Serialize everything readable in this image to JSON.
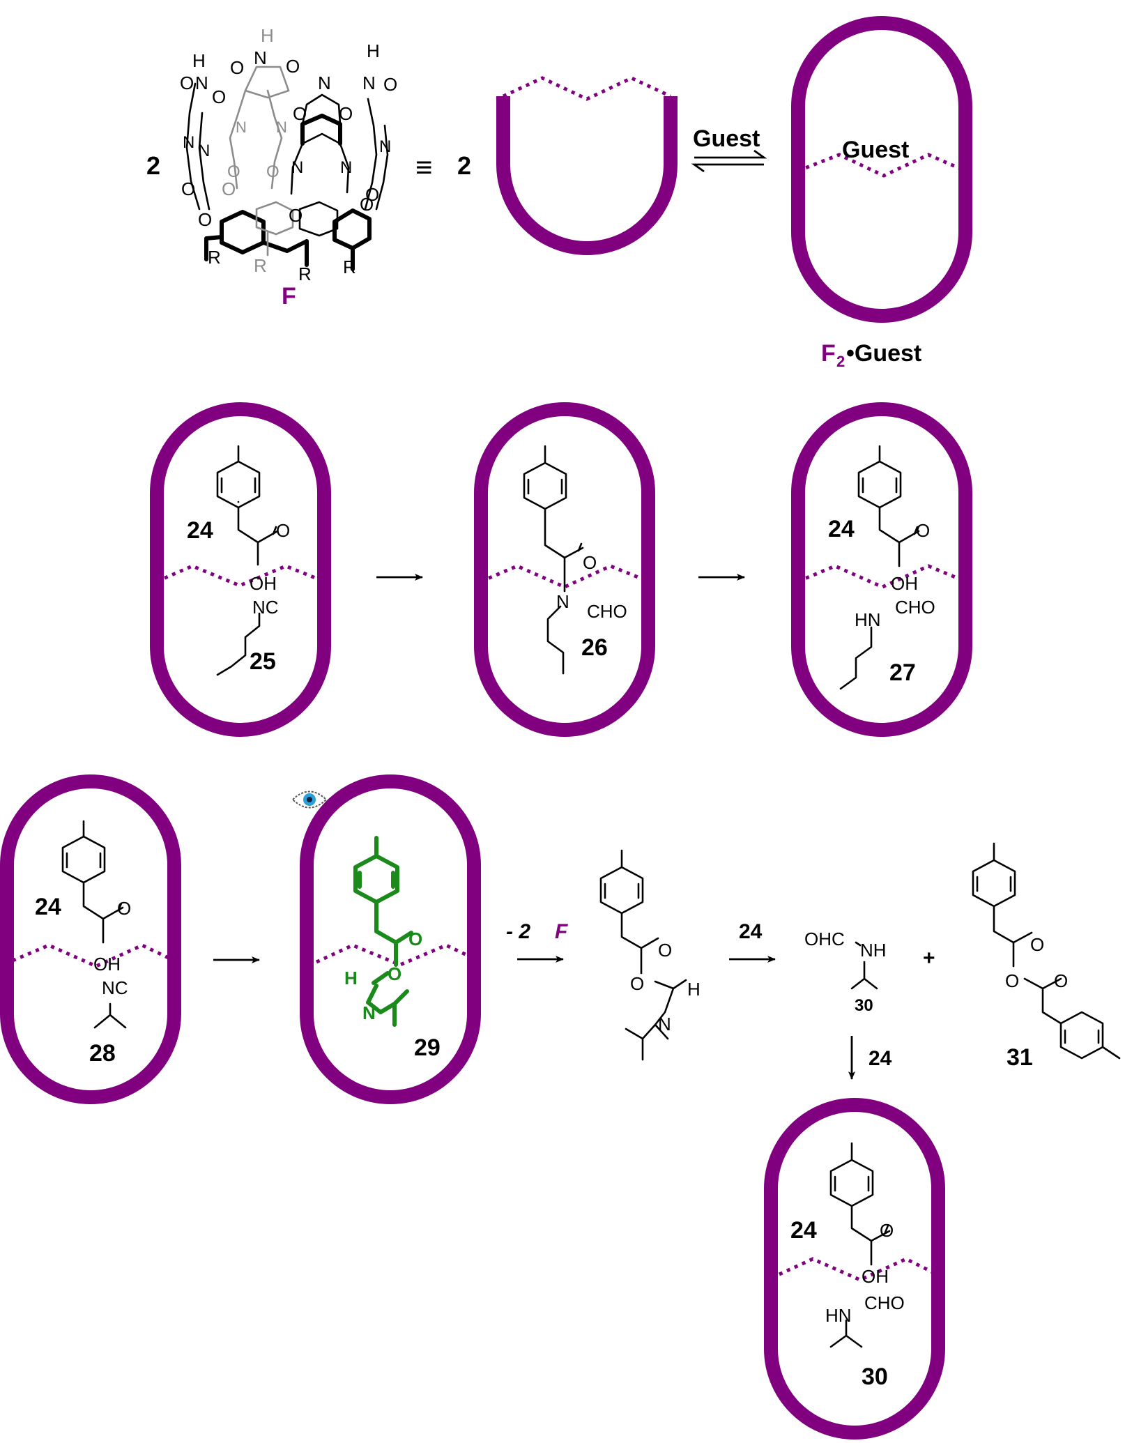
{
  "colors": {
    "capsule": "#800080",
    "highlight": "#1a8a1a",
    "eye": "#2aa0d8"
  },
  "icons": {
    "eye": "eye-icon"
  },
  "scheme": {
    "monomer": {
      "coefficient": "2",
      "equivalence_symbol": "≡",
      "cartoon_coefficient": "2",
      "name": "F",
      "substituent": "R",
      "atoms": {
        "N": "N",
        "O": "O",
        "H": "H"
      }
    },
    "equilibrium": {
      "arrow_label": "Guest",
      "guest_label": "Guest",
      "product_main": "F",
      "product_subscript": "2",
      "product_suffix": "•Guest"
    },
    "row2": {
      "cap1": {
        "acid_label": "24",
        "isonitrile_label": "25",
        "nc_text": "NC",
        "oh_text": "OH",
        "o_text": "O"
      },
      "cap2": {
        "label": "26",
        "n_text": "N",
        "cho_text": "CHO",
        "o_text": "O"
      },
      "cap3": {
        "acid_label": "24",
        "amide_label": "27",
        "hn_text": "HN",
        "cho_text": "CHO",
        "oh_text": "OH",
        "o_text": "O"
      }
    },
    "row3": {
      "cap1": {
        "acid_label": "24",
        "isonitrile_label": "28",
        "nc_text": "NC",
        "oh_text": "OH",
        "o_text": "O"
      },
      "cap2": {
        "label": "29",
        "h_text": "H",
        "n_text": "N",
        "o_text": "O",
        "o2_text": "O"
      },
      "release": {
        "minus_text": "- 2 ",
        "f_text": "F"
      },
      "free_intermediate": {
        "o_text": "O",
        "o2_text": "O",
        "h_text": "H",
        "n_text": "N"
      },
      "step_reagent": "24",
      "product30": {
        "label": "30",
        "ohc_text": "OHC",
        "nh_text": "NH"
      },
      "plus": "+",
      "anhydride": {
        "label": "31",
        "o_text": "O",
        "o2_text": "O",
        "o3_text": "O"
      },
      "down_reagent": "24",
      "final_cap": {
        "acid_label": "24",
        "amide_label": "30",
        "hn_text": "HN",
        "cho_text": "CHO",
        "oh_text": "OH",
        "o_text": "O"
      }
    }
  }
}
